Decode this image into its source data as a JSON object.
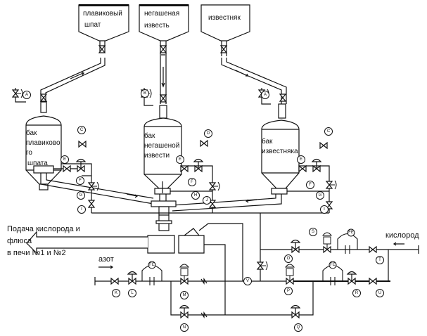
{
  "hoppers": [
    {
      "line1": "плавиковый",
      "line2": "шпат"
    },
    {
      "line1": "негашеная",
      "line2": "известь"
    },
    {
      "line1": "известняк",
      "line2": ""
    }
  ],
  "tanks": [
    {
      "lines": [
        "бак",
        "плавиково",
        "го",
        "шпата"
      ]
    },
    {
      "lines": [
        "бак",
        "негашеной",
        "извести"
      ]
    },
    {
      "lines": [
        "бак",
        "известняка"
      ]
    }
  ],
  "outlet": {
    "line1": "Подача кислорода и",
    "line2": "флюса",
    "line3": "в печи №1 и №2"
  },
  "nitrogen_label": "азот",
  "oxygen_label": "кислород",
  "instrument_tags": {
    "A1": "A",
    "B": "B",
    "A3": "A",
    "C1": "C",
    "D": "D",
    "C3": "C",
    "E1": "E",
    "E2": "E",
    "E3": "E",
    "F1": "F",
    "F2": "F",
    "F3": "F",
    "G1": "G",
    "G3": "G",
    "H": "H",
    "I1": "I",
    "I3": "I",
    "J": "J",
    "K": "K",
    "L": "L",
    "M": "M",
    "N": "N",
    "O": "O",
    "P": "P",
    "Q": "Q",
    "R": "R",
    "S": "S",
    "T": "T",
    "U": "U",
    "V": "V",
    "FE1": "FE",
    "FE2": "FE",
    "FE3": "FE"
  }
}
